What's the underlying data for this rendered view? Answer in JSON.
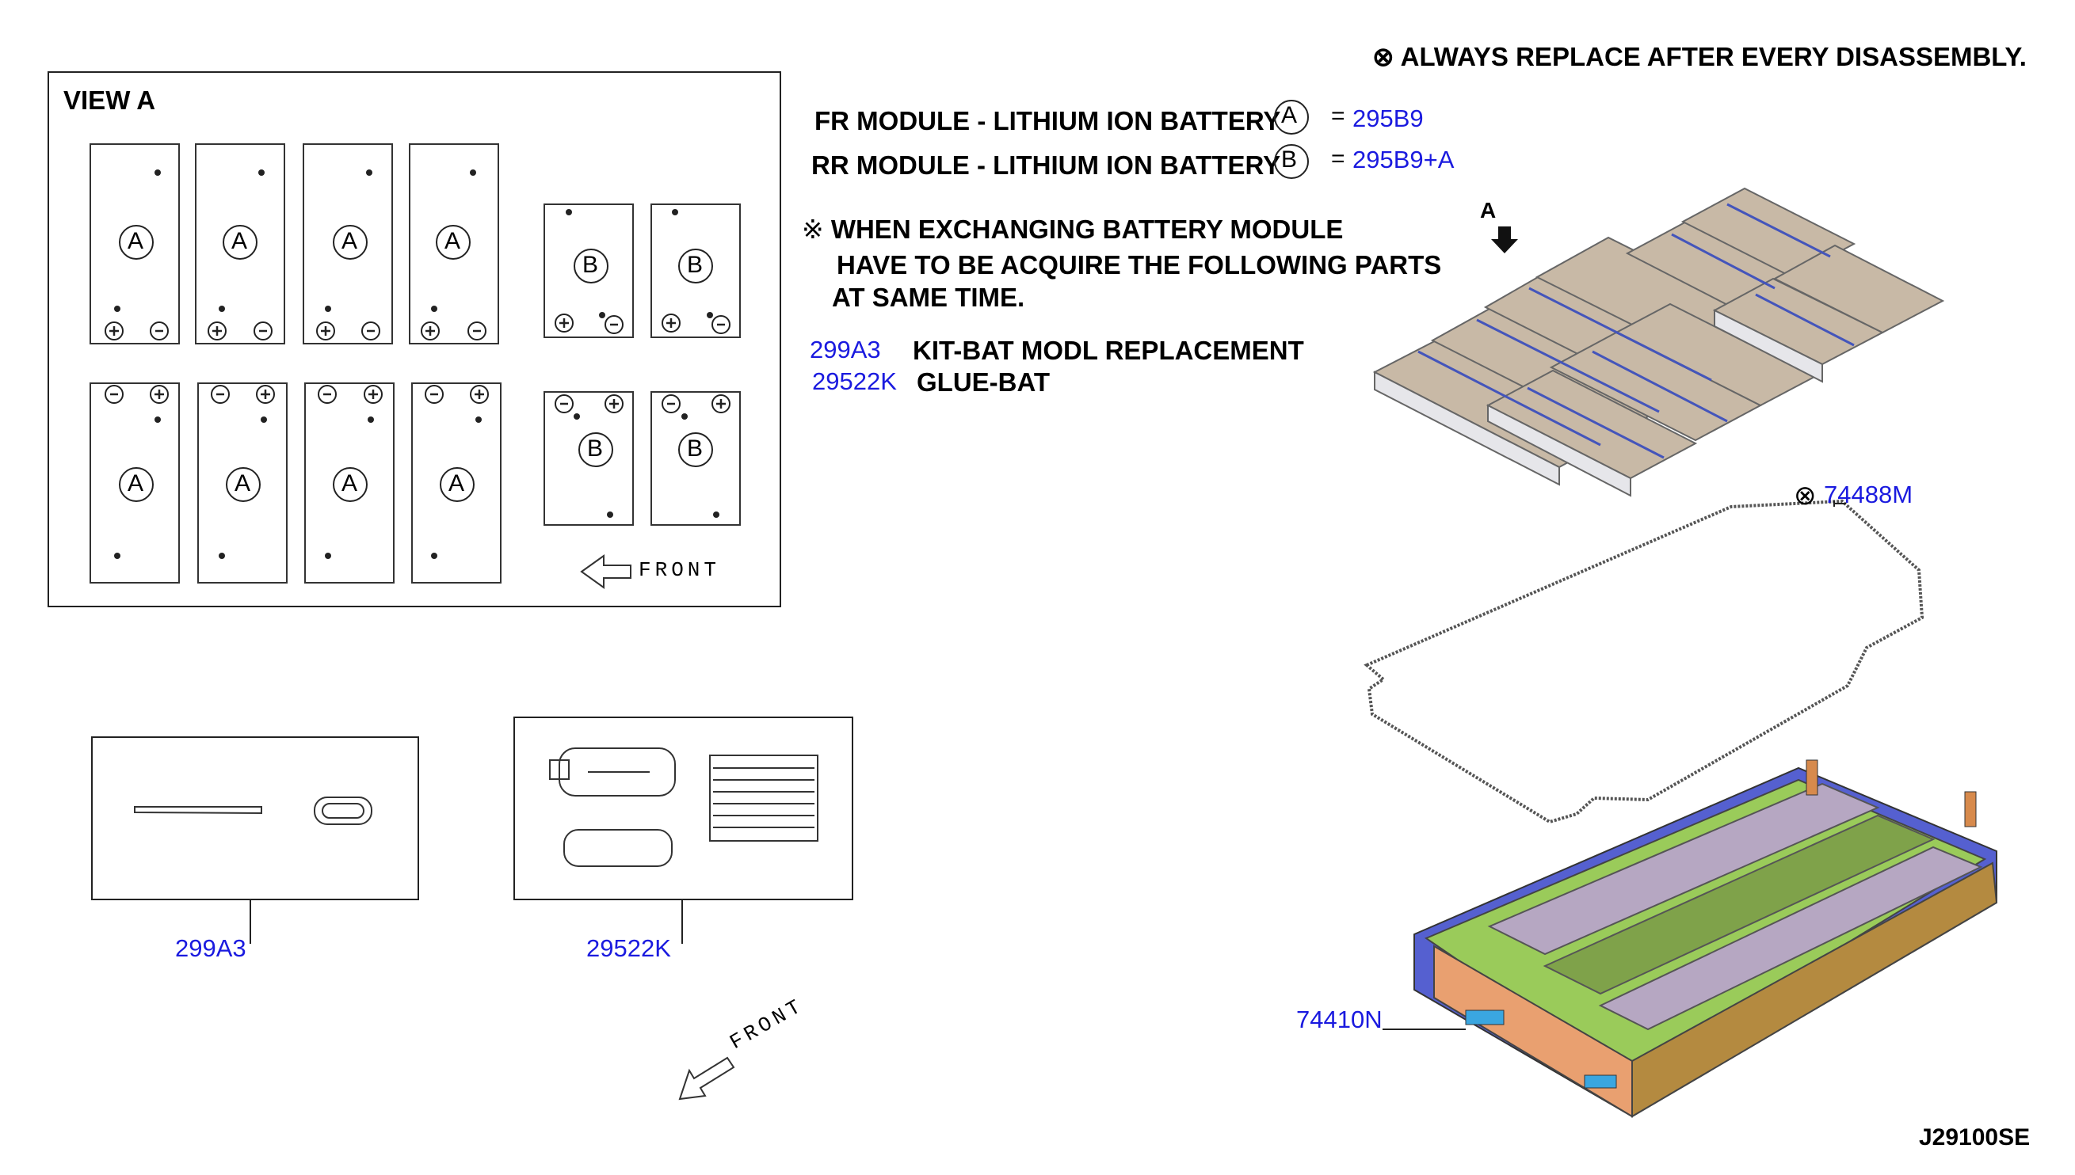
{
  "notice": {
    "symbol": "⊗",
    "text": "ALWAYS REPLACE AFTER EVERY DISASSEMBLY."
  },
  "view_a": {
    "title": "VIEW A",
    "front_label": "FRONT",
    "module_a_letter": "A",
    "module_b_letter": "B"
  },
  "modules": [
    {
      "name": "FR MODULE - LITHIUM ION BATTERY",
      "symbol": "A",
      "equals": "=",
      "part": "295B9"
    },
    {
      "name": "RR MODULE - LITHIUM ION BATTERY",
      "symbol": "B",
      "equals": "=",
      "part": "295B9+A"
    }
  ],
  "exchange_note": {
    "mark": "※",
    "line1": "WHEN EXCHANGING BATTERY MODULE",
    "line2": "HAVE TO BE ACQUIRE THE FOLLOWING PARTS",
    "line3": "AT SAME TIME."
  },
  "required_parts": [
    {
      "part": "299A3",
      "desc": "KIT-BAT MODL REPLACEMENT"
    },
    {
      "part": "29522K",
      "desc": "GLUE-BAT"
    }
  ],
  "callouts": {
    "arrow_a": "A",
    "gasket_symbol": "⊗",
    "gasket": "74488M",
    "tray": "74410N",
    "kit": "299A3",
    "glue": "29522K",
    "front": "FRONT"
  },
  "diagram_code": "J29100SE",
  "colors": {
    "part_number": "#1a1adf"
  }
}
